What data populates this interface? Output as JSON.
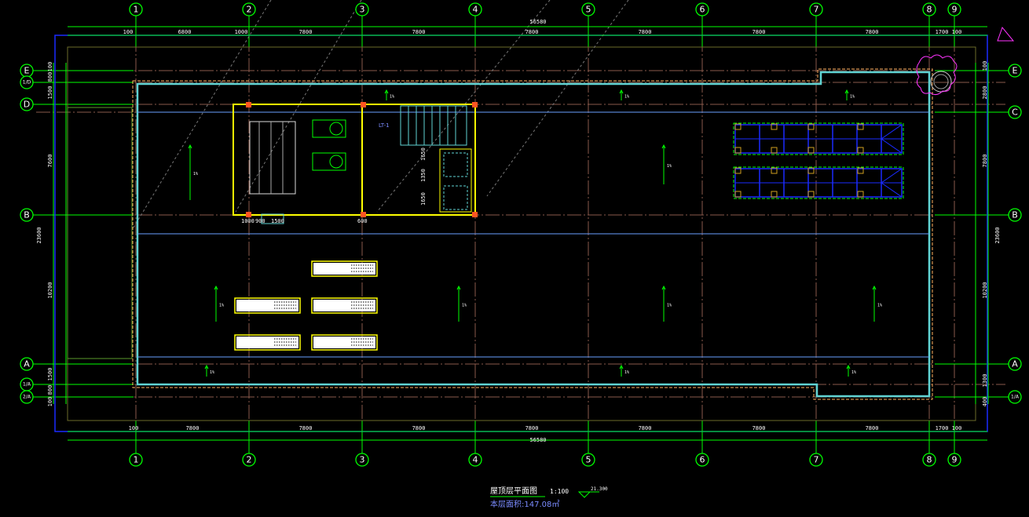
{
  "title": {
    "name": "屋顶层平面图",
    "scale": "1:100",
    "area": "本层面积:147.08㎡",
    "elevation": "21.300"
  },
  "axes": {
    "columns": [
      "1",
      "2",
      "3",
      "4",
      "5",
      "6",
      "7",
      "8",
      "9"
    ],
    "rows_left": [
      "E",
      "1/D",
      "D",
      "B",
      "A",
      "1/A",
      "2/A"
    ],
    "rows_right": [
      "E",
      "C",
      "B",
      "A",
      "1/A"
    ]
  },
  "dims": {
    "top": [
      "100",
      "6800",
      "1000",
      "7800",
      "7800",
      "7800",
      "7800",
      "7800",
      "7800",
      "1700",
      "100"
    ],
    "top_total": "56580",
    "bottom": [
      "100",
      "7800",
      "7800",
      "7800",
      "7800",
      "7800",
      "7800",
      "7800",
      "1700",
      "100"
    ],
    "bottom_total": "56580",
    "left": [
      "100",
      "800",
      "1500",
      "7600",
      "10200",
      "1500",
      "800",
      "100"
    ],
    "left_total": "23600",
    "right": [
      "100",
      "2800",
      "7800",
      "10200",
      "1300",
      "400"
    ],
    "right_total": "23600"
  },
  "room": {
    "stair_label": "LT-1",
    "dims": [
      "1000",
      "900",
      "1500",
      "600",
      "1650",
      "1650",
      "1350"
    ]
  },
  "slope": "1%",
  "colors": {
    "grid": "#8a5a4c",
    "dim": "#00ff00",
    "wall": "#ffff00",
    "outline": "#5fd3d3",
    "panel": "#1a2bff",
    "boundary": "#1a2bff"
  }
}
